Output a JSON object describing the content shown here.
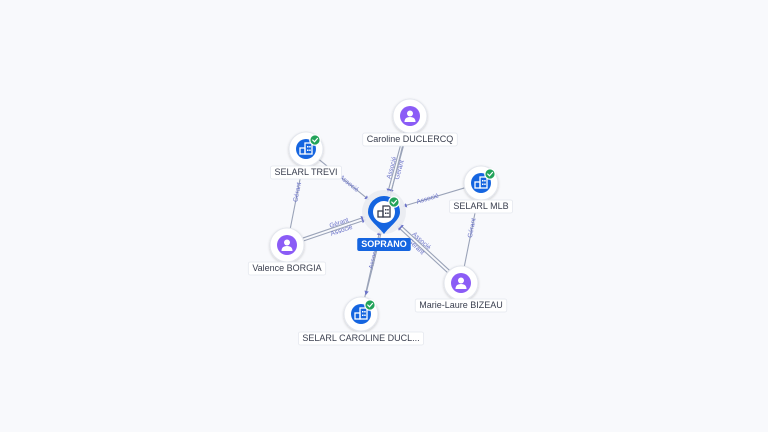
{
  "colors": {
    "company": "#1565e0",
    "person": "#8b5cf6",
    "check": "#22a35a",
    "edge": "#9aa3b8",
    "edge_label": "#6b73c9",
    "center_label_bg": "#1565e0"
  },
  "center": {
    "name": "SOPRANO",
    "icon": "building-icon",
    "verified": true
  },
  "nodes": [
    {
      "id": "caroline",
      "name": "Caroline DUCLERCQ",
      "kind": "person",
      "icon": "person-icon",
      "verified": false
    },
    {
      "id": "trevi",
      "name": "SELARL TREVI",
      "kind": "company",
      "icon": "building-icon",
      "verified": true
    },
    {
      "id": "mlb",
      "name": "SELARL MLB",
      "kind": "company",
      "icon": "building-icon",
      "verified": true
    },
    {
      "id": "valence",
      "name": "Valence BORGIA",
      "kind": "person",
      "icon": "person-icon",
      "verified": false
    },
    {
      "id": "bizeau",
      "name": "Marie-Laure BIZEAU",
      "kind": "person",
      "icon": "person-icon",
      "verified": false
    },
    {
      "id": "caroline_co",
      "name": "SELARL CAROLINE DUCL...",
      "kind": "company",
      "icon": "building-icon",
      "verified": true
    }
  ],
  "edges": [
    {
      "from": "caroline",
      "to": "center",
      "labels": [
        "Gérant",
        "Associé"
      ]
    },
    {
      "from": "trevi",
      "to": "center",
      "labels": [
        "Associé"
      ]
    },
    {
      "from": "mlb",
      "to": "center",
      "labels": [
        "Associé"
      ]
    },
    {
      "from": "valence",
      "to": "center",
      "labels": [
        "Gérant",
        "Associé"
      ]
    },
    {
      "from": "bizeau",
      "to": "center",
      "labels": [
        "Gérant",
        "Associé"
      ]
    },
    {
      "from": "caroline_co",
      "to": "center",
      "labels": [
        "Associé"
      ]
    },
    {
      "from": "valence",
      "to": "trevi",
      "labels": [
        "Gérant"
      ]
    },
    {
      "from": "bizeau",
      "to": "mlb",
      "labels": [
        "Gérant"
      ]
    },
    {
      "from": "caroline",
      "to": "caroline_co",
      "labels": []
    }
  ]
}
